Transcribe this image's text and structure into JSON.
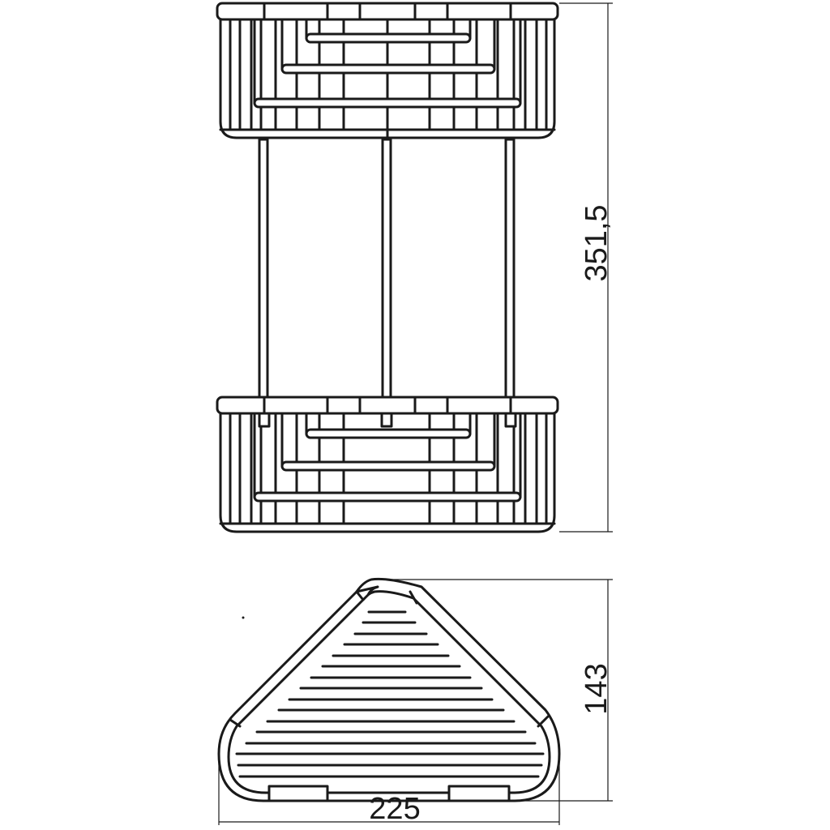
{
  "dimensions": {
    "height": "351,5",
    "depth": "143",
    "width": "225"
  }
}
